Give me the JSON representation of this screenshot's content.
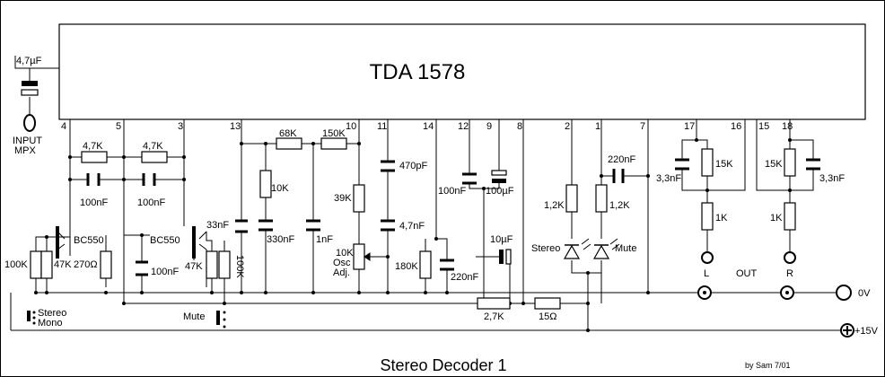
{
  "title": "Stereo Decoder 1",
  "author": "by Sam 7/01",
  "ic": {
    "name": "TDA 1578",
    "pins": [
      "4",
      "5",
      "3",
      "13",
      "10",
      "11",
      "14",
      "12",
      "9",
      "8",
      "2",
      "1",
      "7",
      "17",
      "16",
      "15",
      "18"
    ]
  },
  "labels": {
    "input_cap": "4,7µF",
    "input": "INPUT",
    "input_sub": "MPX",
    "r_4k7_a": "4,7K",
    "r_4k7_b": "4,7K",
    "c_100n_a": "100nF",
    "c_100n_b": "100nF",
    "r_100k": "100K",
    "r_47k_a": "47K",
    "r_270": "270Ω",
    "q1": "BC550",
    "q2": "BC550",
    "c_100n_c": "100nF",
    "r_47k_b": "47K",
    "r_100k_b": "100K",
    "stereo_sw": "Stereo",
    "mono_sw": "Mono",
    "mute_sw": "Mute",
    "c_33n": "33nF",
    "r_68k": "68K",
    "r_150k": "150K",
    "r_10k": "10K",
    "c_330n": "330nF",
    "c_1n": "1nF",
    "r_39k": "39K",
    "pot_10k": "10K",
    "pot_osc": "Osc",
    "pot_adj": "Adj.",
    "c_470p": "470pF",
    "c_4n7": "4,7nF",
    "r_180k": "180K",
    "c_220n_a": "220nF",
    "c_100n_d": "100nF",
    "c_100u": "100µF",
    "c_10u": "10µF",
    "r_2k7": "2,7K",
    "r_15": "15Ω",
    "r_1k2_a": "1,2K",
    "r_1k2_b": "1,2K",
    "led_stereo": "Stereo",
    "led_mute": "Mute",
    "c_220n_b": "220nF",
    "c_3n3_a": "3,3nF",
    "r_15k_a": "15K",
    "r_1k_a": "1K",
    "c_3n3_b": "3,3nF",
    "r_15k_b": "15K",
    "r_1k_b": "1K",
    "out_l": "L",
    "out": "OUT",
    "out_r": "R",
    "gnd": "0V",
    "vcc": "+15V"
  }
}
